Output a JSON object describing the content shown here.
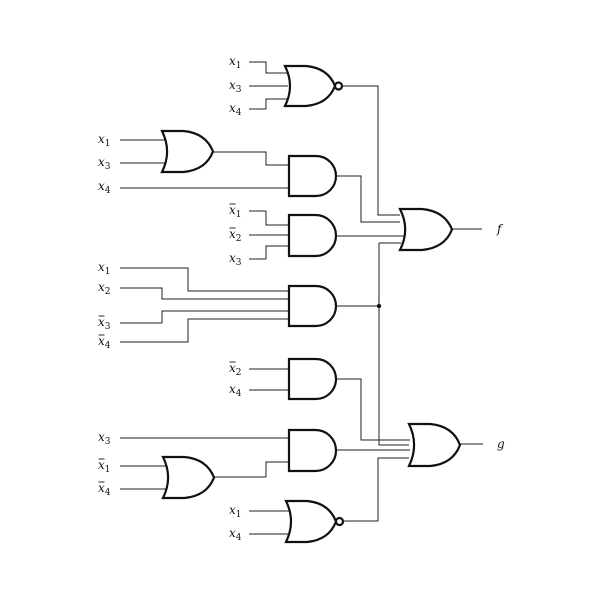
{
  "inputs": {
    "g1": [
      {
        "var": "x",
        "sub": "1",
        "bar": false
      },
      {
        "var": "x",
        "sub": "3",
        "bar": false
      },
      {
        "var": "x",
        "sub": "4",
        "bar": false
      }
    ],
    "g2": [
      {
        "var": "x",
        "sub": "1",
        "bar": false
      },
      {
        "var": "x",
        "sub": "3",
        "bar": false
      },
      {
        "var": "x",
        "sub": "4",
        "bar": false
      }
    ],
    "g4": [
      {
        "var": "x",
        "sub": "1",
        "bar": true
      },
      {
        "var": "x",
        "sub": "2",
        "bar": true
      },
      {
        "var": "x",
        "sub": "3",
        "bar": false
      }
    ],
    "g5": [
      {
        "var": "x",
        "sub": "1",
        "bar": false
      },
      {
        "var": "x",
        "sub": "2",
        "bar": false
      },
      {
        "var": "x",
        "sub": "3",
        "bar": true
      },
      {
        "var": "x",
        "sub": "4",
        "bar": true
      }
    ],
    "g6": [
      {
        "var": "x",
        "sub": "2",
        "bar": true
      },
      {
        "var": "x",
        "sub": "4",
        "bar": false
      }
    ],
    "g7": [
      {
        "var": "x",
        "sub": "3",
        "bar": false
      },
      {
        "var": "x",
        "sub": "1",
        "bar": true
      },
      {
        "var": "x",
        "sub": "4",
        "bar": true
      }
    ],
    "g9": [
      {
        "var": "x",
        "sub": "1",
        "bar": false
      },
      {
        "var": "x",
        "sub": "4",
        "bar": false
      }
    ]
  },
  "outputs": {
    "f": "f",
    "g": "g"
  },
  "gates": [
    {
      "id": "g1",
      "type": "NOR"
    },
    {
      "id": "g2",
      "type": "OR"
    },
    {
      "id": "g3",
      "type": "AND"
    },
    {
      "id": "g4",
      "type": "AND"
    },
    {
      "id": "g5",
      "type": "AND"
    },
    {
      "id": "g6",
      "type": "AND"
    },
    {
      "id": "g7",
      "type": "OR"
    },
    {
      "id": "g8",
      "type": "AND"
    },
    {
      "id": "g9",
      "type": "NOR"
    },
    {
      "id": "g10",
      "type": "OR"
    },
    {
      "id": "g11",
      "type": "OR"
    }
  ]
}
